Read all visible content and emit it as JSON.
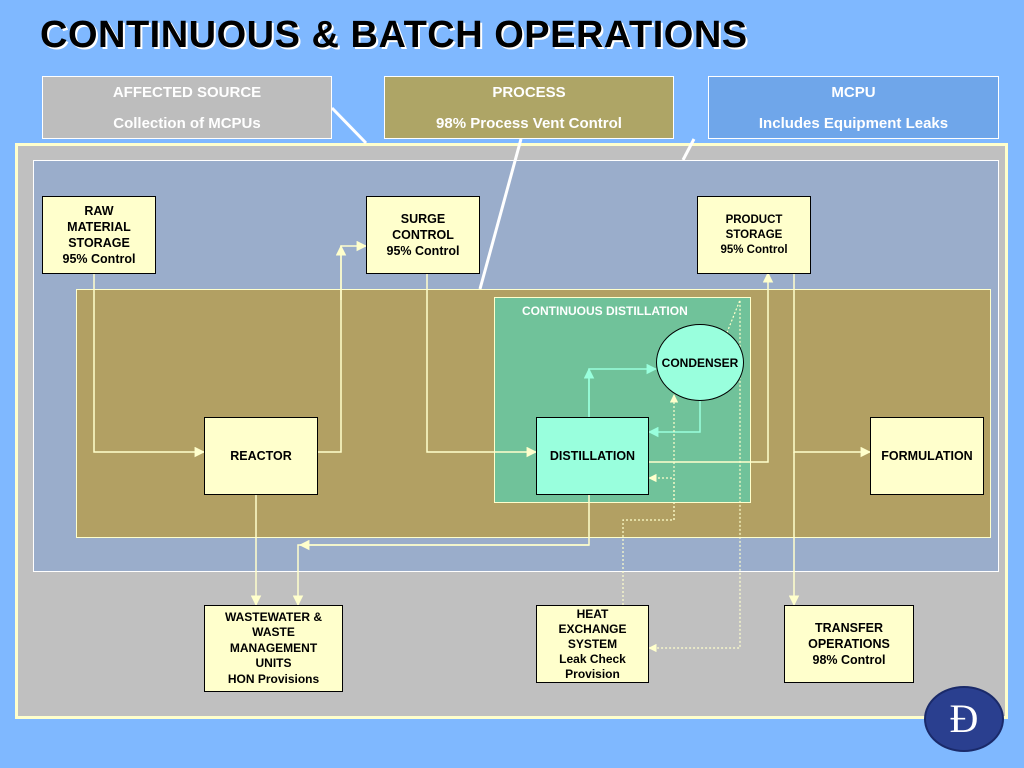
{
  "title": "CONTINUOUS & BATCH OPERATIONS",
  "headers": {
    "affected_source": {
      "title": "AFFECTED SOURCE",
      "subtitle": "Collection of MCPUs"
    },
    "process": {
      "title": "PROCESS",
      "subtitle": "98% Process Vent Control"
    },
    "mcpu": {
      "title": "MCPU",
      "subtitle": "Includes Equipment Leaks"
    }
  },
  "regions": {
    "continuous_distillation_label": "CONTINUOUS DISTILLATION"
  },
  "nodes": {
    "raw_material_storage": {
      "l1": "RAW",
      "l2": "MATERIAL",
      "l3": "STORAGE",
      "l4": "95% Control"
    },
    "surge_control": {
      "l1": "SURGE",
      "l2": "CONTROL",
      "l3": "95% Control"
    },
    "product_storage": {
      "l1": "PRODUCT",
      "l2": "STORAGE",
      "l3": "95% Control"
    },
    "reactor": "REACTOR",
    "distillation": "DISTILLATION",
    "condenser": "CONDENSER",
    "formulation": "FORMULATION",
    "wastewater": {
      "l1": "WASTEWATER &",
      "l2": "WASTE",
      "l3": "MANAGEMENT",
      "l4": "UNITS",
      "l5": "HON Provisions"
    },
    "heat_exchange": {
      "l1": "HEAT",
      "l2": "EXCHANGE",
      "l3": "SYSTEM",
      "l4": "Leak Check",
      "l5": "Provision"
    },
    "transfer_operations": {
      "l1": "TRANSFER",
      "l2": "OPERATIONS",
      "l3": "98% Control"
    }
  },
  "colors": {
    "background": "#7fb8ff",
    "affected_source_box": "#bdbdbd",
    "process_box": "#aea566",
    "mcpu_box": "#6fa6ea",
    "outer_region": "#c0c0c0",
    "mcpu_region": "#9aadcb",
    "process_region": "#b2a063",
    "distillation_region": "#70c29a",
    "node_fill": "#ffffcc",
    "distillation_node_fill": "#99ffdd",
    "arrow": "#ffffcc",
    "arrow_green": "#99ffdd",
    "logo": "#2a3f8f"
  },
  "logo": {
    "letter": "Đ"
  }
}
